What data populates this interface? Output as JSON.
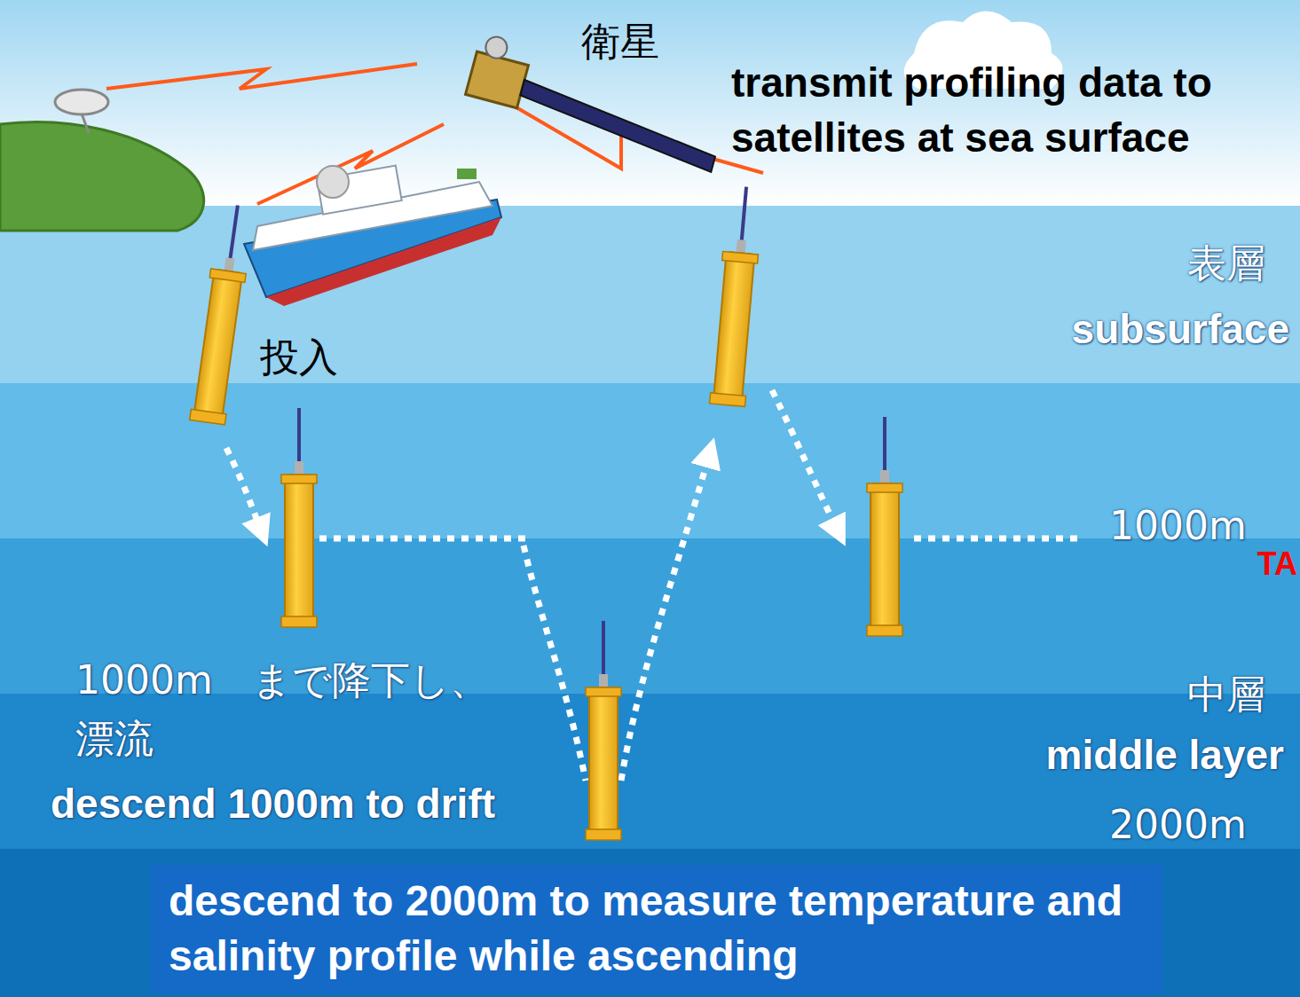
{
  "diagram": {
    "nodes": [
      {
        "text": [
          "descend to 2000m to measure temperature and salinity profile while ascending"
        ]
      }
    ],
    "labels": [
      "衛星",
      "transmit profiling data to satellites at sea surface",
      "表層",
      "subsurface",
      "投入",
      "1000m",
      "TA",
      "1000m　まで降下し、",
      "漂流",
      "descend 1000m to drift",
      "中層",
      "middle layer",
      "2000m"
    ]
  }
}
